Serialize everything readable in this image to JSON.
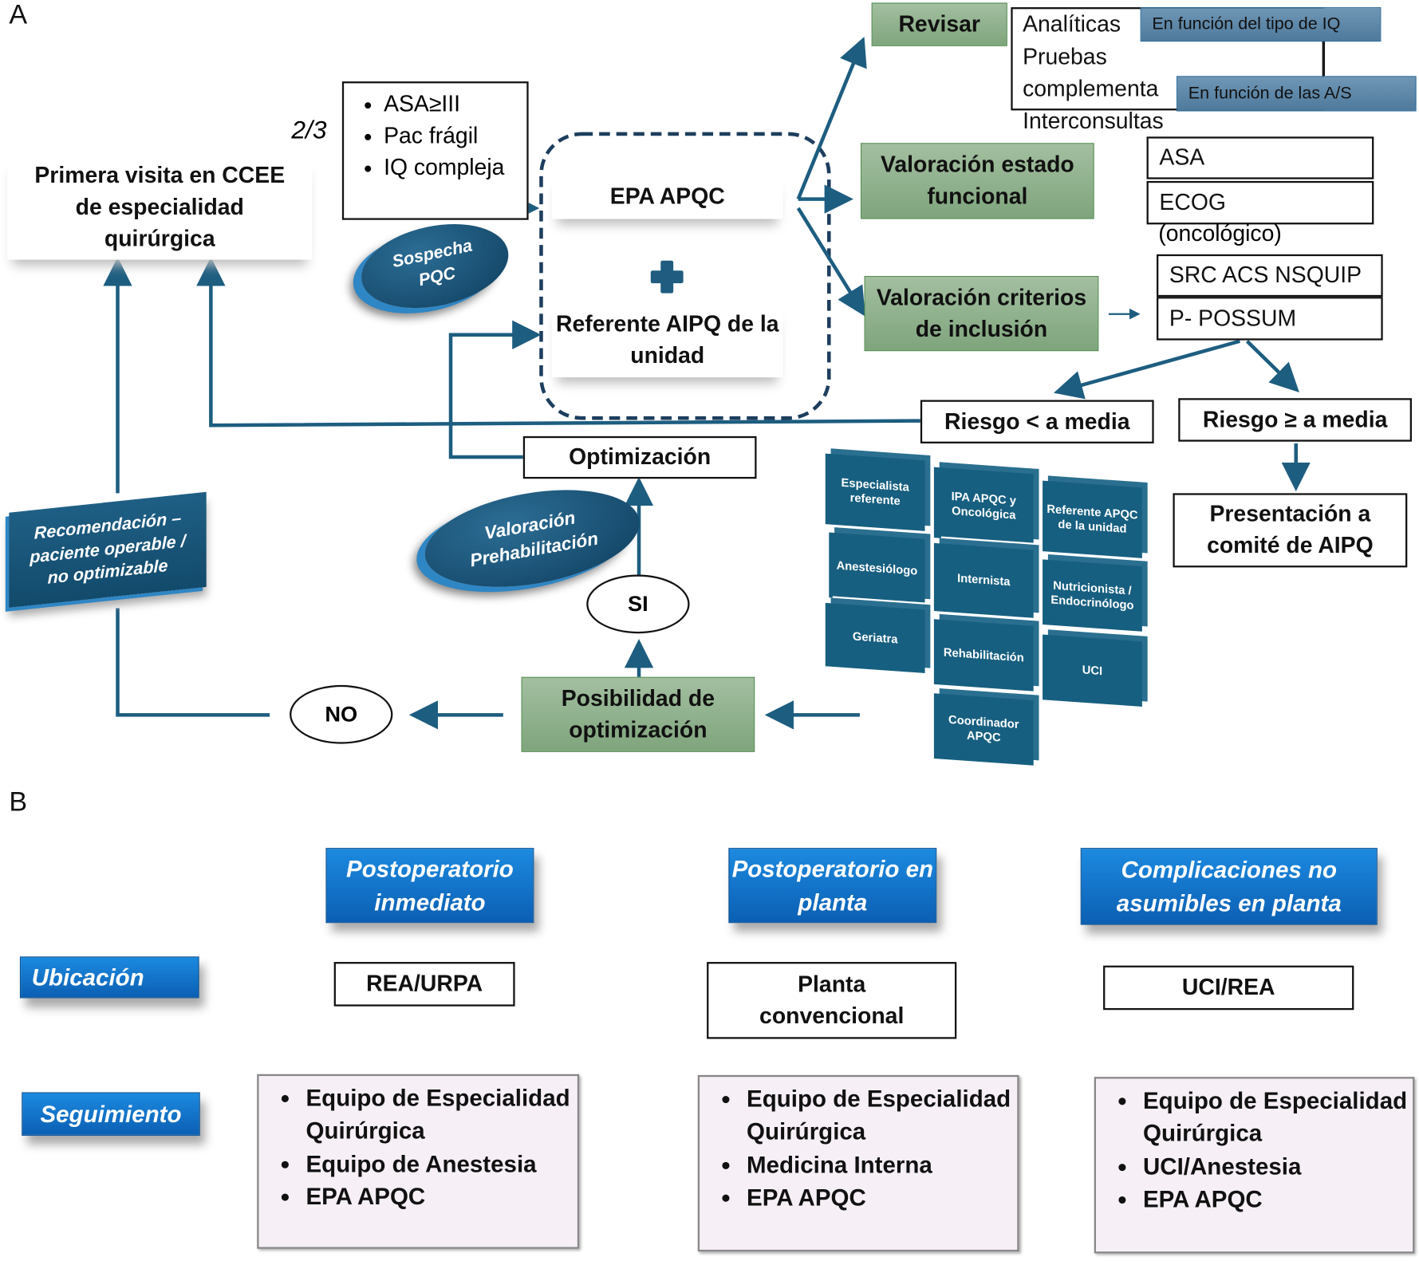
{
  "panel_a": {
    "label": "A",
    "primera_visita": "Primera visita en CCEE de especialidad quirúrgica",
    "fraction": "2/3",
    "criteria": [
      "ASA≥III",
      "Pac frágil",
      "IQ compleja"
    ],
    "sospecha": "Sospecha PQC",
    "epa": "EPA APQC",
    "plus_icon": "plus-icon",
    "referente": "Referente AIPQ de la unidad",
    "revisar": "Revisar",
    "revisar_items": [
      "Analíticas",
      "Pruebas",
      "complementa",
      "Interconsultas"
    ],
    "note_iq": "En función del tipo de IQ",
    "note_as": "En función de las A/S",
    "valoracion_funcional": "Valoración estado funcional",
    "asa": "ASA",
    "ecog": "ECOG",
    "oncologico": "(oncológico)",
    "valoracion_criterios": "Valoración criterios de inclusión",
    "src": "SRC ACS NSQUIP",
    "possum": "P- POSSUM",
    "riesgo_bajo": "Riesgo < a media",
    "riesgo_alto": "Riesgo ≥ a media",
    "presentacion": "Presentación a comité de AIPQ",
    "optimizacion": "Optimización",
    "prehab": "Valoración Prehabilitación",
    "si": "SI",
    "no": "NO",
    "posibilidad": "Posibilidad de optimización",
    "recomendacion": "Recomendación – paciente operable / no optimizable",
    "team": [
      "Especialista referente",
      "IPA APQC y Oncológica",
      "Referente APQC de la unidad",
      "Anestesiólogo",
      "Internista",
      "Nutricionista / Endocrinólogo",
      "Geriatra",
      "Rehabilitación",
      "UCI",
      "Coordinador APQC"
    ]
  },
  "panel_b": {
    "label": "B",
    "columns": [
      {
        "header": "Postoperatorio inmediato",
        "ubicacion": "REA/URPA",
        "seguimiento": [
          "Equipo de Especialidad Quirúrgica",
          "Equipo de Anestesia",
          "EPA APQC"
        ]
      },
      {
        "header": "Postoperatorio en planta",
        "ubicacion": "Planta convencional",
        "seguimiento": [
          "Equipo de Especialidad Quirúrgica",
          "Medicina Interna",
          "EPA APQC"
        ]
      },
      {
        "header": "Complicaciones no asumibles en planta",
        "ubicacion": "UCI/REA",
        "seguimiento": [
          "Equipo de Especialidad Quirúrgica",
          "UCI/Anestesia",
          "EPA APQC"
        ]
      }
    ],
    "ubicacion_label": "Ubicación",
    "seguimiento_label": "Seguimiento"
  },
  "colors": {
    "arrow": "#1d5d80",
    "green": "#8fb18c",
    "blue_header": "#1478d0",
    "tile": "#175f80"
  }
}
